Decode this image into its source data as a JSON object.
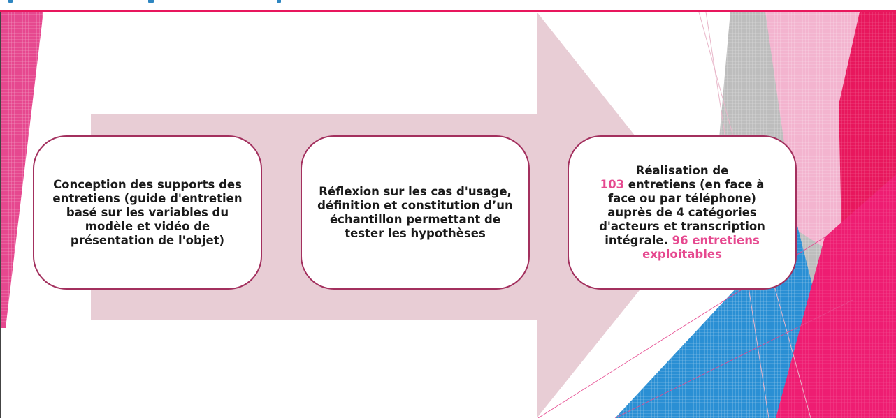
{
  "colors": {
    "accent": "#e8175d",
    "arrow": "#e8cdd5",
    "box_border": "#a3305e",
    "highlight": "#e6488f",
    "blue": "#2e86c1"
  },
  "steps": [
    {
      "text": "Conception des supports des entretiens (guide d'entretien basé sur les variables du modèle et vidéo de présentation de l'objet)"
    },
    {
      "text": "Réflexion sur les cas d'usage, définition et constitution d’un échantillon permettant de tester les hypothèses"
    },
    {
      "line1": "Réalisation de",
      "count_highlight": "103",
      "line2": "entretiens (en face à face ou par téléphone) auprès de 4 catégories d'acteurs et transcription intégrale.",
      "final_highlight": "96 entretiens exploitables"
    }
  ]
}
